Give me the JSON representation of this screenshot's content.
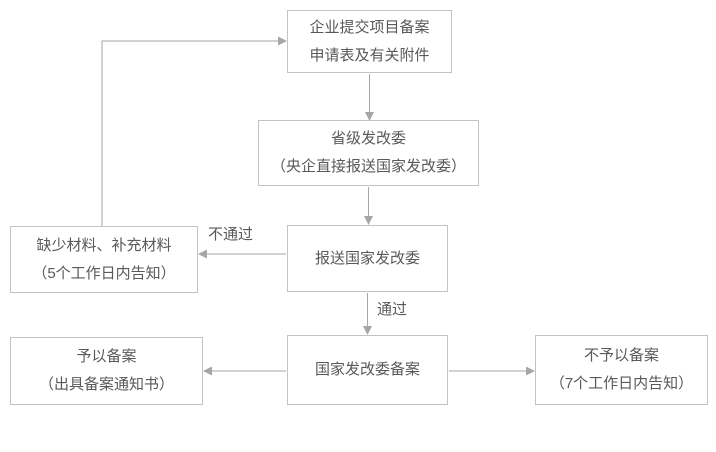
{
  "diagram": {
    "type": "flowchart",
    "language": "zh-CN",
    "colors": {
      "background": "#ffffff",
      "border": "#c3c3c3",
      "text": "#595959",
      "arrow": "#a6a6a6"
    },
    "nodes": {
      "submit": {
        "lines": [
          "企业提交项目备案",
          "申请表及有关附件"
        ]
      },
      "provincial": {
        "lines": [
          "省级发改委",
          "（央企直接报送国家发改委）"
        ]
      },
      "report": {
        "lines": [
          "报送国家发改委"
        ]
      },
      "missing": {
        "lines": [
          "缺少材料、补充材料",
          "（5个工作日内告知）"
        ]
      },
      "ndrc": {
        "lines": [
          "国家发改委备案"
        ]
      },
      "approved": {
        "lines": [
          "予以备案",
          "（出具备案通知书）"
        ]
      },
      "rejected": {
        "lines": [
          "不予以备案",
          "（7个工作日内告知）"
        ]
      }
    },
    "edges": {
      "fail_label": "不通过",
      "pass_label": "通过"
    }
  }
}
